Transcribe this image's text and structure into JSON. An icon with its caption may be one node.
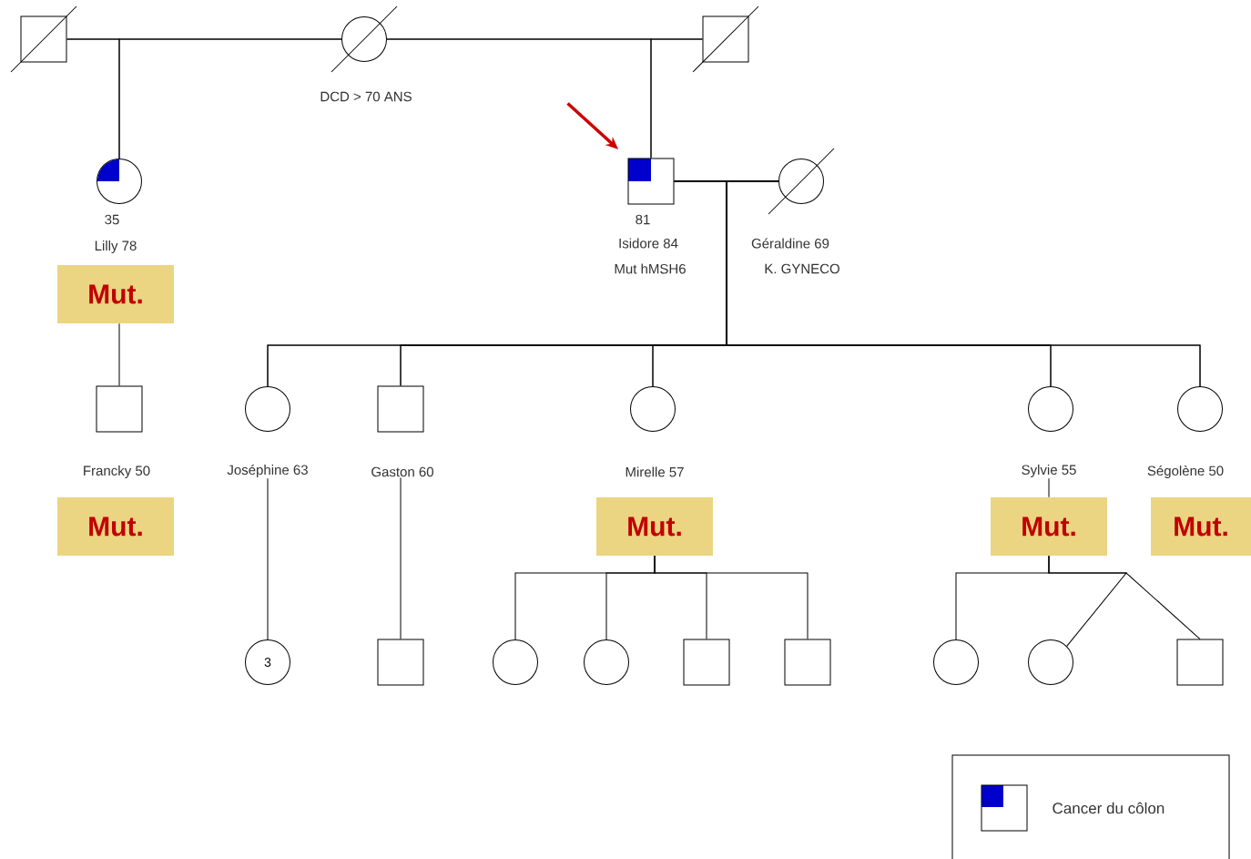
{
  "diagram": {
    "nodes": [
      {
        "text": [],
        "shape": "box"
      },
      {
        "text": [],
        "shape": "circle",
        "beside": [
          "DCD > 70 ANS"
        ]
      },
      {
        "text": [],
        "shape": "box"
      },
      {
        "text": [],
        "shape": "circle",
        "beside": [
          "35",
          "Lilly 78"
        ]
      },
      {
        "text": [
          "Mut."
        ]
      },
      {
        "text": [],
        "shape": "box",
        "beside": [
          "81",
          "Isidore 84",
          "Mut hMSH6"
        ]
      },
      {
        "text": [],
        "shape": "circle",
        "beside": [
          "Géraldine 69",
          "K. GYNECO"
        ]
      },
      {
        "text": [],
        "shape": "box"
      },
      {
        "text": [
          "Mut."
        ]
      },
      {
        "text": [],
        "shape": "circle",
        "beside": [
          "Joséphine 63"
        ]
      },
      {
        "text": [],
        "shape": "box",
        "beside": [
          "Gaston 60"
        ]
      },
      {
        "text": [],
        "shape": "circle"
      },
      {
        "text": [
          "Mut."
        ]
      },
      {
        "text": [],
        "shape": "circle",
        "beside": [
          "Sylvie 55"
        ]
      },
      {
        "text": [
          "Mut."
        ]
      },
      {
        "text": [],
        "shape": "circle"
      },
      {
        "text": [
          "Mut."
        ]
      },
      {
        "text": [
          "3"
        ]
      },
      {
        "text": [],
        "shape": "box"
      },
      {
        "text": [],
        "shape": "circle"
      },
      {
        "text": [],
        "shape": "circle"
      },
      {
        "text": [],
        "shape": "box"
      },
      {
        "text": [],
        "shape": "box"
      },
      {
        "text": [],
        "shape": "circle"
      },
      {
        "text": [],
        "shape": "circle"
      },
      {
        "text": [],
        "shape": "box"
      }
    ],
    "edges": [
      {
        "from": 0,
        "to": 1,
        "arrow": "none"
      },
      {
        "from": 1,
        "to": 2,
        "arrow": "none"
      },
      {
        "from": 0,
        "to": 3,
        "arrow": "none"
      },
      {
        "from": 1,
        "to": 3,
        "arrow": "none"
      },
      {
        "from": 1,
        "to": 5,
        "arrow": "none"
      },
      {
        "from": 2,
        "to": 5,
        "arrow": "none"
      },
      {
        "from": 5,
        "to": 6,
        "arrow": "none"
      },
      {
        "from": 5,
        "to": 9,
        "arrow": "none"
      },
      {
        "from": 5,
        "to": 10,
        "arrow": "none"
      },
      {
        "from": 5,
        "to": 11,
        "arrow": "none"
      },
      {
        "from": 5,
        "to": 13,
        "arrow": "none"
      },
      {
        "from": 5,
        "to": 15,
        "arrow": "none"
      },
      {
        "from": 6,
        "to": 9,
        "arrow": "none"
      },
      {
        "from": 6,
        "to": 10,
        "arrow": "none"
      },
      {
        "from": 6,
        "to": 11,
        "arrow": "none"
      },
      {
        "from": 6,
        "to": 13,
        "arrow": "none"
      },
      {
        "from": 6,
        "to": 15,
        "arrow": "none"
      },
      {
        "from": 4,
        "to": 7,
        "arrow": "none"
      },
      {
        "from": 9,
        "to": 17,
        "arrow": "none"
      },
      {
        "from": 10,
        "to": 18,
        "arrow": "none"
      },
      {
        "from": 12,
        "to": 19,
        "arrow": "none"
      },
      {
        "from": 12,
        "to": 20,
        "arrow": "none"
      },
      {
        "from": 12,
        "to": 21,
        "arrow": "none"
      },
      {
        "from": 12,
        "to": 22,
        "arrow": "none"
      },
      {
        "from": 13,
        "to": 14,
        "arrow": "none"
      },
      {
        "from": 14,
        "to": 23,
        "arrow": "none"
      },
      {
        "from": 14,
        "to": 24,
        "arrow": "none"
      },
      {
        "from": 14,
        "to": 25,
        "arrow": "none"
      },
      {
        "from": null,
        "to": 5,
        "arrow": "to",
        "style": "thick",
        "color": "#cc0000"
      }
    ],
    "labels": [
      "Francky 50",
      "Mirelle 57",
      "Ségolène 50"
    ],
    "legend": [
      {
        "text": "Cancer du côlon"
      }
    ]
  }
}
